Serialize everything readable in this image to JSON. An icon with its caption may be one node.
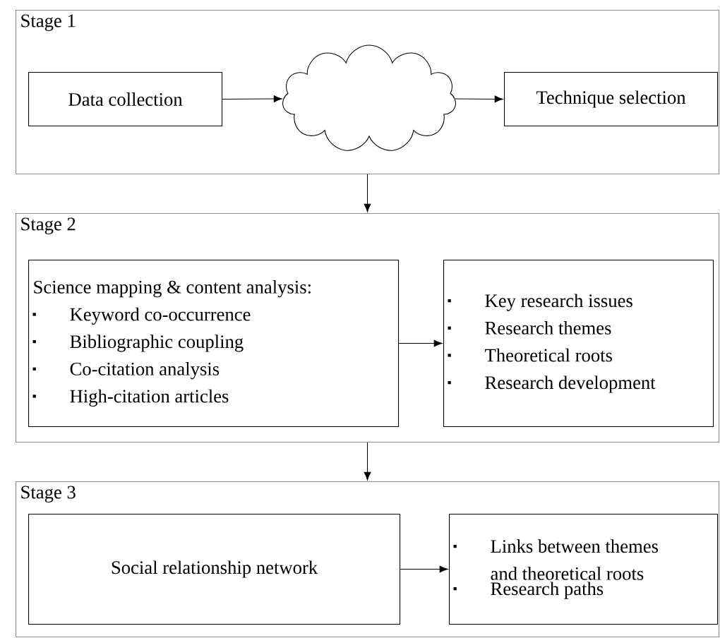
{
  "diagram": {
    "nodes": [
      {
        "text": [
          "Stage 1"
        ]
      },
      {
        "text": [
          "Data collection"
        ],
        "in": 0
      },
      {
        "text": [],
        "shape": "cloud",
        "in": 0
      },
      {
        "text": [
          "Technique selection"
        ],
        "in": 0
      },
      {
        "text": [
          "Stage 2"
        ]
      },
      {
        "text": [
          "Science mapping & content analysis:",
          "Keyword co-occurrence",
          "Bibliographic coupling",
          "Co-citation analysis",
          "High-citation articles"
        ],
        "in": 4
      },
      {
        "text": [
          "Key research issues",
          "Research themes",
          "Theoretical roots",
          "Research development"
        ],
        "in": 4
      },
      {
        "text": [
          "Stage 3"
        ]
      },
      {
        "text": [
          "Social relationship network"
        ],
        "in": 7
      },
      {
        "text": [
          "Links between themes and theoretical roots",
          "Research paths"
        ],
        "in": 7
      }
    ],
    "edges": [
      {
        "from": 1,
        "to": 2,
        "arrow": "to"
      },
      {
        "from": 2,
        "to": 3,
        "arrow": "to"
      },
      {
        "from": 0,
        "to": 4,
        "arrow": "to"
      },
      {
        "from": 5,
        "to": 6,
        "arrow": "to"
      },
      {
        "from": 4,
        "to": 7,
        "arrow": "to"
      },
      {
        "from": 8,
        "to": 9,
        "arrow": "to"
      }
    ]
  }
}
